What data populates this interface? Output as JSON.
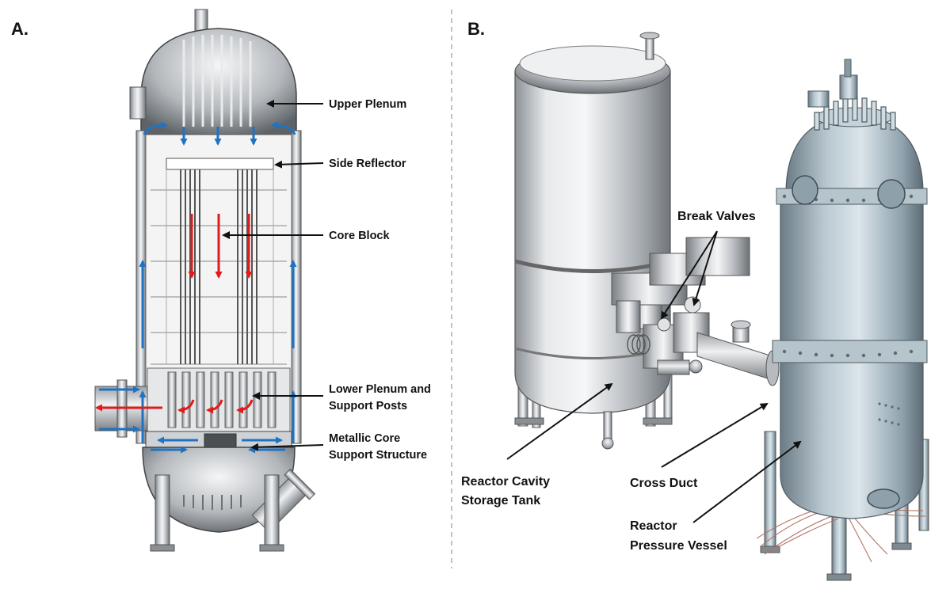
{
  "panels": {
    "a": "A.",
    "b": "B."
  },
  "panel_a_labels": {
    "upper_plenum": "Upper Plenum",
    "side_reflector": "Side Reflector",
    "core_block": "Core Block",
    "lower_plenum_line1": "Lower Plenum and",
    "lower_plenum_line2": "Support Posts",
    "metallic_core_line1": "Metallic Core",
    "metallic_core_line2": "Support Structure"
  },
  "panel_b_labels": {
    "break_valves": "Break Valves",
    "storage_tank_line1": "Reactor Cavity",
    "storage_tank_line2": "Storage Tank",
    "cross_duct": "Cross Duct",
    "rpv_line1": "Reactor",
    "rpv_line2": "Pressure Vessel"
  },
  "colors": {
    "coolant_flow_blue": "#1f73c2",
    "hot_flow_red": "#e01b1b",
    "steel_light": "#d4d7da",
    "steel_dark": "#7d8287",
    "rpv_tint": "#9fb2bd"
  }
}
